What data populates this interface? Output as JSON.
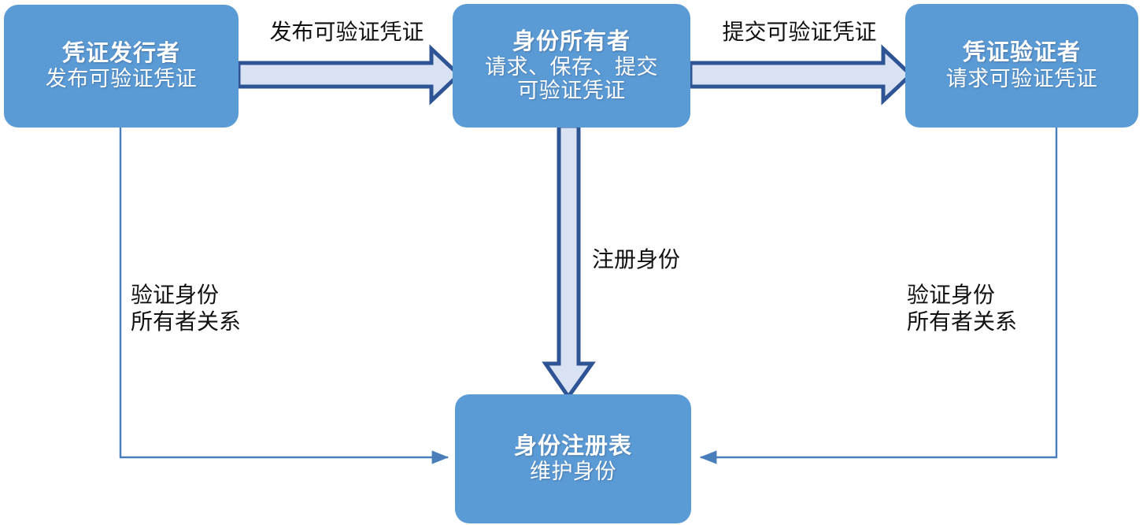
{
  "diagram": {
    "title_text": "",
    "colors": {
      "node_fill": "#5B9BD5",
      "node_text": "#FFFFFF",
      "block_arrow_fill": "#D9E2F3",
      "block_arrow_stroke": "#2E5496",
      "thin_line": "#4A7EBB",
      "background": "#FFFFFF"
    },
    "nodes": [
      {
        "id": "credential-issuer",
        "title": "凭证发行者",
        "lines": [
          "发布可验证凭证"
        ]
      },
      {
        "id": "identity-owner",
        "title": "身份所有者",
        "lines": [
          "请求、保存、提交",
          "可验证凭证"
        ]
      },
      {
        "id": "credential-verifier",
        "title": "凭证验证者",
        "lines": [
          "请求可验证凭证"
        ]
      },
      {
        "id": "identity-registry",
        "title": "身份注册表",
        "lines": [
          "维护身份"
        ]
      }
    ],
    "edges": [
      {
        "id": "issue-credential",
        "label": "发布可验证凭证",
        "from": "credential-issuer",
        "to": "identity-owner",
        "style": "block-arrow",
        "direction": "right"
      },
      {
        "id": "present-credential",
        "label": "提交可验证凭证",
        "from": "identity-owner",
        "to": "credential-verifier",
        "style": "block-arrow",
        "direction": "right"
      },
      {
        "id": "register-identity",
        "label": "注册身份",
        "from": "identity-owner",
        "to": "identity-registry",
        "style": "block-arrow",
        "direction": "down"
      },
      {
        "id": "verify-issuer-identity",
        "label_line1": "验证身份",
        "label_line2": "所有者关系",
        "from": "credential-issuer",
        "to": "identity-registry",
        "style": "thin-arrow",
        "direction": "right"
      },
      {
        "id": "verify-verifier-identity",
        "label_line1": "验证身份",
        "label_line2": "所有者关系",
        "from": "credential-verifier",
        "to": "identity-registry",
        "style": "thin-arrow",
        "direction": "left"
      }
    ]
  }
}
